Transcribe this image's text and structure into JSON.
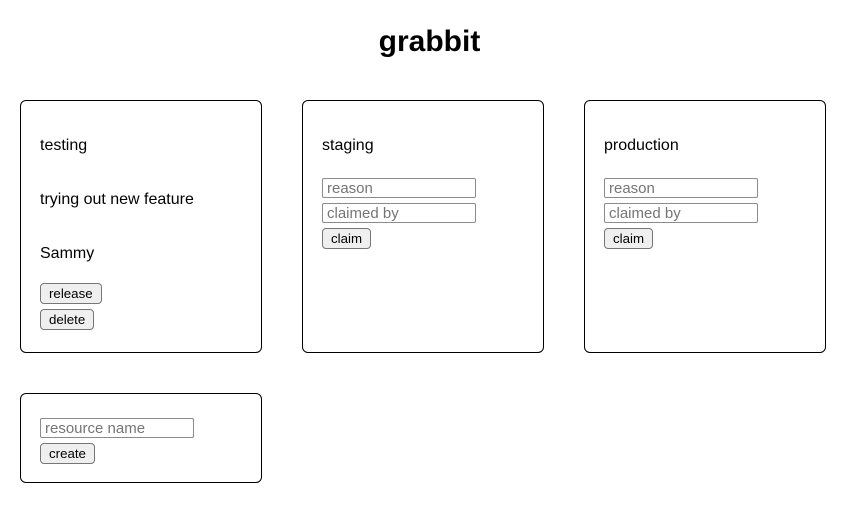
{
  "app": {
    "title": "grabbit"
  },
  "resources": [
    {
      "name": "testing",
      "reason": "trying out new feature",
      "claimed_by": "Sammy",
      "release_button": "release",
      "delete_button": "delete"
    },
    {
      "name": "staging",
      "reason_placeholder": "reason",
      "claimed_by_placeholder": "claimed by",
      "claim_button": "claim"
    },
    {
      "name": "production",
      "reason_placeholder": "reason",
      "claimed_by_placeholder": "claimed by",
      "claim_button": "claim"
    }
  ],
  "create_form": {
    "resource_name_placeholder": "resource name",
    "create_button": "create"
  },
  "colors": {
    "card_border": "#000000",
    "button_background": "#efefef",
    "button_border": "#767676",
    "input_border": "#8b8b8b",
    "placeholder_text": "#757575"
  }
}
